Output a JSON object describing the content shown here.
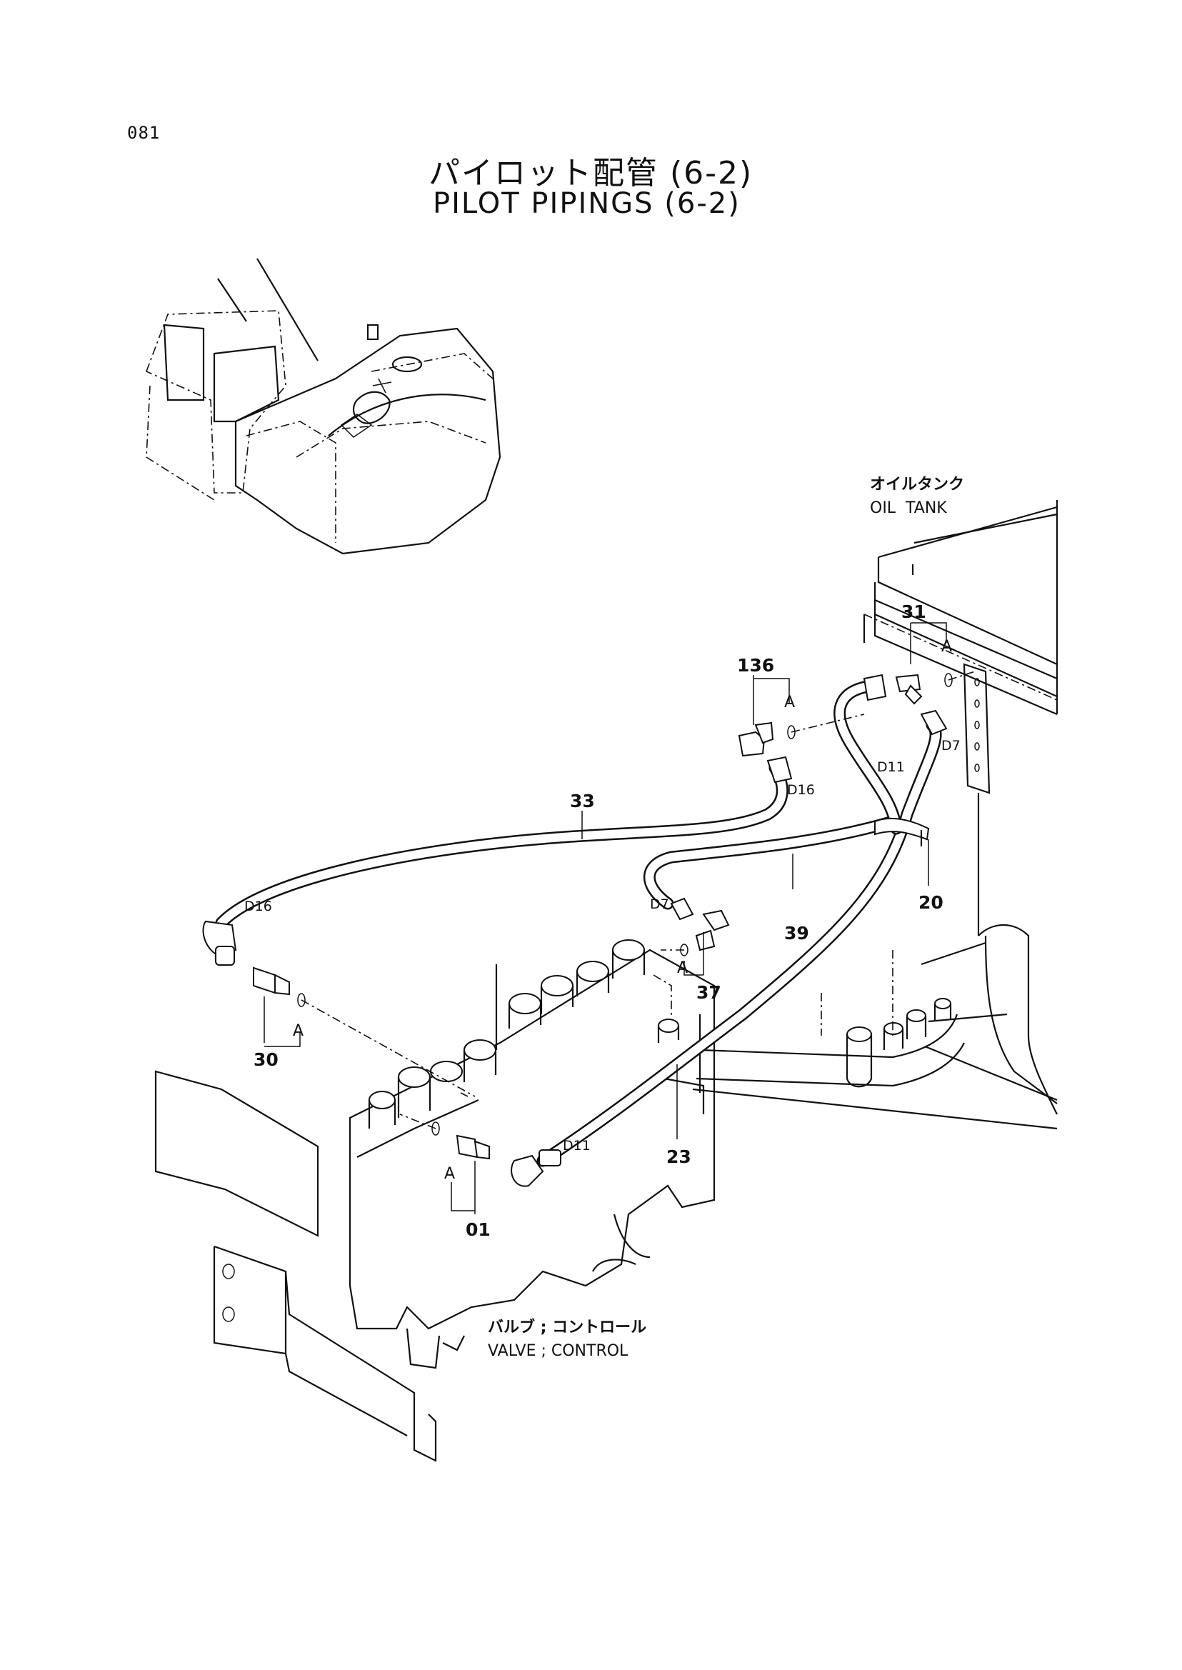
{
  "page": {
    "number": "081"
  },
  "title": {
    "japanese": "パイロット配管 (6-2)",
    "english": "PILOT PIPINGS (6-2)"
  },
  "components": {
    "oil_tank": {
      "japanese": "オイルタンク",
      "english": "OIL  TANK"
    },
    "control_valve": {
      "japanese": "バルブ ; コントロール",
      "english": "VALVE ; CONTROL"
    }
  },
  "callouts": {
    "c01": "01",
    "c20": "20",
    "c23": "23",
    "c30": "30",
    "c31": "31",
    "c33": "33",
    "c37": "37",
    "c39": "39",
    "c136": "136",
    "a": "A"
  },
  "hose_sizes": {
    "d7": "D7",
    "d11": "D11",
    "d16": "D16"
  }
}
